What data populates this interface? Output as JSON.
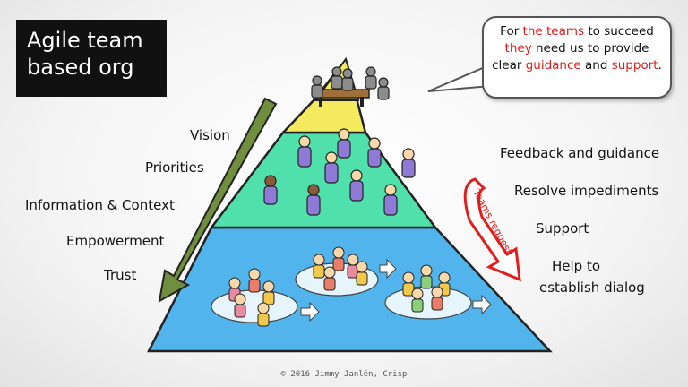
{
  "title": {
    "line1": "Agile team",
    "line2": "based org"
  },
  "callout": {
    "p1": "For ",
    "p2": "the teams",
    "p3": " to succeed ",
    "p4": "they",
    "p5": " need us to provide clear ",
    "p6": "guidance",
    "p7": " and ",
    "p8": "support",
    "p9": "."
  },
  "left_labels": [
    "Vision",
    "Priorities",
    "Information & Context",
    "Empowerment",
    "Trust"
  ],
  "right_labels": [
    "Feedback and guidance",
    "Resolve impediments",
    "Support",
    "Help to",
    "establish dialog"
  ],
  "arrow_label": "Teams request",
  "copyright": "© 2016 Jimmy Janlén, Crisp",
  "colors": {
    "top_tier": "#f4ea5e",
    "middle_tier": "#4fe0ab",
    "bottom_tier": "#51b4ec",
    "left_arrow": "#6f8f3f",
    "right_arrow": "#e21b1b",
    "highlight": "#e21b1b"
  }
}
